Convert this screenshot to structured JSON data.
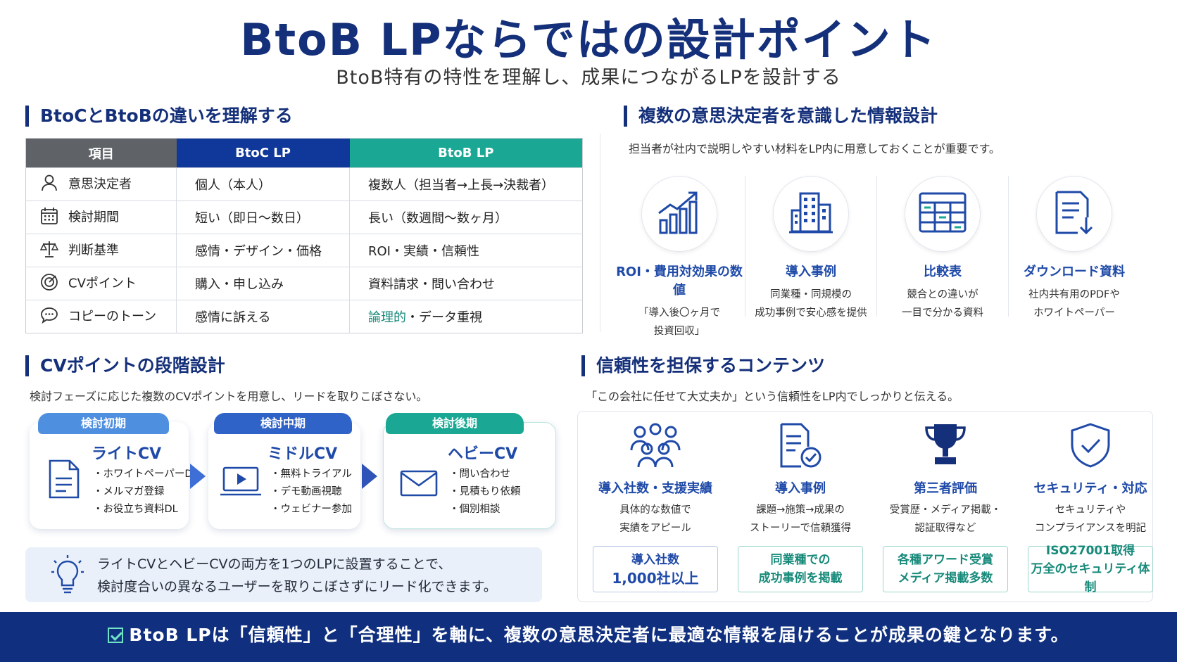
{
  "header": {
    "title": "BtoB LPならではの設計ポイント",
    "subtitle": "BtoB特有の特性を理解し、成果につながるLPを設計する"
  },
  "comparison": {
    "heading": "BtoCとBtoBの違いを理解する",
    "columns": [
      "項目",
      "BtoC LP",
      "BtoB LP"
    ],
    "rows": [
      {
        "icon": "person-icon",
        "item": "意思決定者",
        "btoc": "個人（本人）",
        "btob": "複数人（担当者→上長→決裁者）"
      },
      {
        "icon": "calendar-icon",
        "item": "検討期間",
        "btoc": "短い（即日〜数日）",
        "btob": "長い（数週間〜数ヶ月）"
      },
      {
        "icon": "scale-icon",
        "item": "判断基準",
        "btoc": "感情・デザイン・価格",
        "btob": "ROI・実績・信頼性"
      },
      {
        "icon": "target-icon",
        "item": "CVポイント",
        "btoc": "購入・申し込み",
        "btob": "資料請求・問い合わせ"
      },
      {
        "icon": "chat-bubble-icon",
        "item": "コピーのトーン",
        "btoc": "感情に訴える",
        "btob_a": "論理的",
        "btob_b": "・データ重視"
      }
    ]
  },
  "decision_makers": {
    "heading": "複数の意思決定者を意識した情報設計",
    "description": "担当者が社内で説明しやすい材料をLP内に用意しておくことが重要です。",
    "items": [
      {
        "icon": "growth-chart-icon",
        "title": "ROI・費用対効果の数値",
        "line1": "「導入後〇ヶ月で",
        "line2": "投資回収」"
      },
      {
        "icon": "building-icon",
        "title": "導入事例",
        "line1": "同業種・同規模の",
        "line2": "成功事例で安心感を提供"
      },
      {
        "icon": "comparison-table-icon",
        "title": "比較表",
        "line1": "競合との違いが",
        "line2": "一目で分かる資料"
      },
      {
        "icon": "download-document-icon",
        "title": "ダウンロード資料",
        "line1": "社内共有用のPDFや",
        "line2": "ホワイトペーパー"
      }
    ]
  },
  "cv_stages": {
    "heading": "CVポイントの段階設計",
    "description": "検討フェーズに応じた複数のCVポイントを用意し、リードを取りこぼさない。",
    "stages": [
      {
        "tag": "検討初期",
        "title": "ライトCV",
        "icon": "document-icon",
        "items": [
          "・ホワイトペーパーDL",
          "・メルマガ登録",
          "・お役立ち資料DL"
        ]
      },
      {
        "tag": "検討中期",
        "title": "ミドルCV",
        "icon": "video-play-icon",
        "items": [
          "・無料トライアル",
          "・デモ動画視聴",
          "・ウェビナー参加"
        ]
      },
      {
        "tag": "検討後期",
        "title": "ヘビーCV",
        "icon": "envelope-icon",
        "items": [
          "・問い合わせ",
          "・見積もり依頼",
          "・個別相談"
        ]
      }
    ],
    "tip_line1": "ライトCVとヘビーCVの両方を1つのLPに設置することで、",
    "tip_line2": "検討度合いの異なるユーザーを取りこぼさずにリード化できます。",
    "colors": {
      "early": "#4f8fe0",
      "mid": "#2f63c8",
      "late": "#1aa894"
    }
  },
  "trust": {
    "heading": "信頼性を担保するコンテンツ",
    "description": "「この会社に任せて大丈夫か」という信頼性をLP内でしっかりと伝える。",
    "items": [
      {
        "icon": "people-group-icon",
        "title": "導入社数・支援実績",
        "line1": "具体的な数値で",
        "line2": "実績をアピール",
        "stat1": "導入社数",
        "stat2": "1,000社以上"
      },
      {
        "icon": "document-check-icon",
        "title": "導入事例",
        "line1": "課題→施策→成果の",
        "line2": "ストーリーで信頼獲得",
        "stat1": "同業種での",
        "stat2": "成功事例を掲載"
      },
      {
        "icon": "trophy-icon",
        "title": "第三者評価",
        "line1": "受賞歴・メディア掲載・",
        "line2": "認証取得など",
        "stat1": "各種アワード受賞",
        "stat2": "メディア掲載多数"
      },
      {
        "icon": "shield-check-icon",
        "title": "セキュリティ・対応",
        "line1": "セキュリティや",
        "line2": "コンプライアンスを明記",
        "stat1": "ISO27001取得",
        "stat2": "万全のセキュリティ体制"
      }
    ]
  },
  "footer": {
    "text": "BtoB LPは「信頼性」と「合理性」を軸に、複数の意思決定者に最適な情報を届けることが成果の鍵となります。"
  },
  "colors": {
    "navy": "#15307a",
    "blue": "#1f4aa8",
    "teal": "#1aa894",
    "footer_bg": "#10307f"
  }
}
